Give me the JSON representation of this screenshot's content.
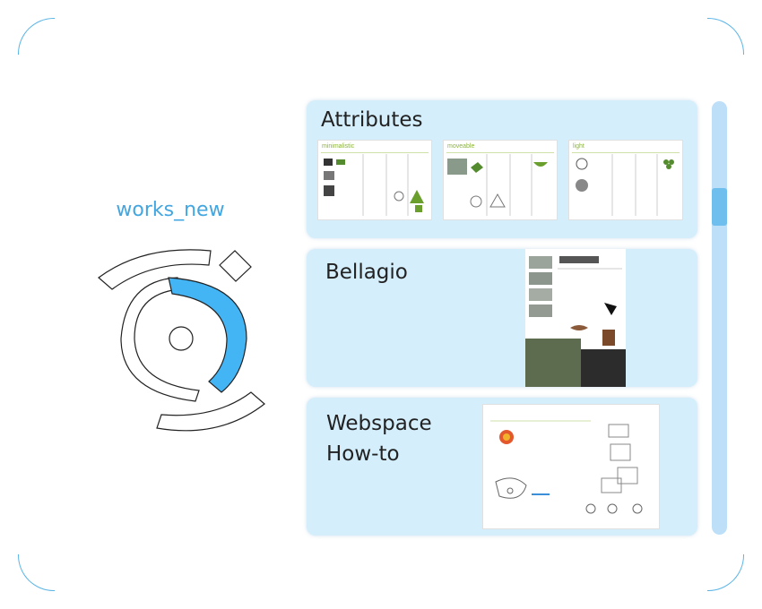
{
  "site": {
    "title": "works_new"
  },
  "projects": [
    {
      "title": "Attributes",
      "thumbnails": [
        "minimalistic",
        "moveable",
        "light"
      ]
    },
    {
      "title": "Bellagio"
    },
    {
      "title_lines": [
        "Webspace",
        "How-to"
      ]
    }
  ],
  "colors": {
    "accent": "#43a6e0",
    "card_bg": "#d4eefc",
    "scrollbar": "#bde0f8",
    "logo_fill": "#43b4f4"
  },
  "icons": [
    "logo-icon"
  ]
}
